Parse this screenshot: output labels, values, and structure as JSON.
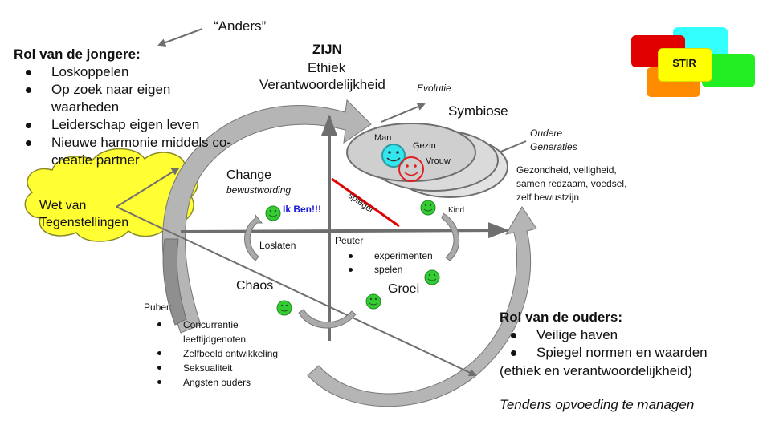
{
  "slide": {
    "anders": "“Anders”",
    "jongere": {
      "heading": "Rol van de jongere:",
      "items": [
        "Loskoppelen",
        "Op zoek naar eigen\nwaarheden",
        "Leiderschap eigen leven",
        "Nieuwe harmonie middels co-\ncreatie partner"
      ]
    },
    "zijn": {
      "title": "ZIJN",
      "line1": "Ethiek",
      "line2": "Verantwoordelijkheid"
    },
    "evolutie": "Evolutie",
    "symbiose": "Symbiose",
    "family": {
      "man": "Man",
      "gezin": "Gezin",
      "vrouw": "Vrouw",
      "kind": "Kind"
    },
    "oudere": {
      "line1": "Oudere",
      "line2": "Generaties"
    },
    "needs": {
      "line1": "Gezondheid, veiligheid,",
      "line2": "samen redzaam, voedsel,",
      "line3": "zelf bewustzijn"
    },
    "cloud": {
      "line1": "Wet van",
      "line2": "Tegenstellingen"
    },
    "change": {
      "title": "Change",
      "subtitle": "bewustwording"
    },
    "ikben": "Ik Ben!!!",
    "spiegel": "spiegel",
    "loslaten": "Loslaten",
    "peuter": {
      "title": "Peuter",
      "items": [
        "experimenten",
        "spelen"
      ]
    },
    "chaos": "Chaos",
    "groei": "Groei",
    "puber": {
      "title": "Puber:",
      "items": [
        "Concurrentie\nleeftijdgenoten",
        "Zelfbeeld ontwikkeling",
        "Seksualiteit",
        "Angsten ouders"
      ]
    },
    "ouders": {
      "heading": "Rol van de ouders:",
      "items": [
        "Veilige haven",
        "Spiegel normen en waarden"
      ],
      "note": "(ethiek en verantwoordelijkheid)",
      "tendens": "Tendens opvoeding te managen"
    },
    "logo": {
      "label": "STIR"
    }
  },
  "colors": {
    "arrow_gray": "#6f6f6f",
    "big_arrow_fill": "#9e9e9e",
    "light_arrow_fill": "#cfcfcf",
    "ellipse_fill": "#d4d4d4",
    "ellipse_back": "#e2e2e2",
    "cloud_yellow": "#ffff33",
    "smiley_green": "#33cc33",
    "smiley_cyan": "#33e6ee",
    "smiley_red": "#e02020",
    "spiegel_red": "#e00000",
    "ikben_blue": "#1a1adb",
    "logo_red": "#e00000",
    "logo_cyan": "#33ffff",
    "logo_green": "#22ee22",
    "logo_orange": "#ff8c00",
    "logo_yellow": "#ffff00"
  }
}
